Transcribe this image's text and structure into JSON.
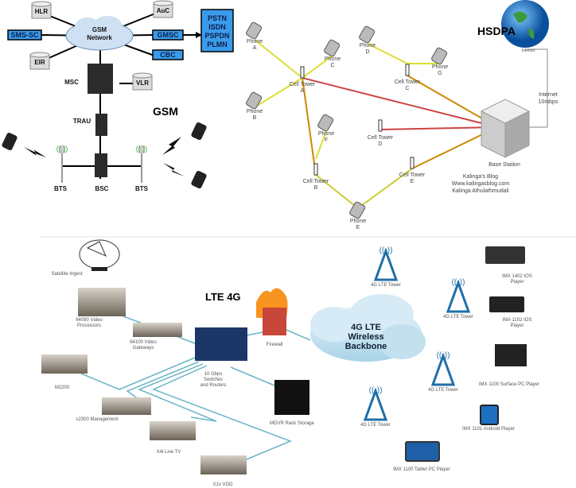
{
  "gsm": {
    "title": "GSM",
    "cloud": [
      "GSM",
      "Network"
    ],
    "hlr": "HLR",
    "eir": "EIR",
    "auc": "AuC",
    "vlr": "VLR",
    "sms_sc": "SMS-SC",
    "gmsc": "GMSC",
    "cbc": "CBC",
    "pstn": [
      "PSTN",
      "ISDN",
      "PSPDN",
      "PLMN"
    ],
    "msc": "MSC",
    "trau": "TRAU",
    "bsc": "BSC",
    "bts_left": "BTS",
    "bts_right": "BTS",
    "box_color": "#3a9bea"
  },
  "hsdpa": {
    "title": "HSDPA",
    "internet": "Internet",
    "internet_link": [
      "Internet",
      "10mbps"
    ],
    "base_station": "Base Station",
    "phones": [
      [
        "Phone",
        "A"
      ],
      [
        "Phone",
        "B"
      ],
      [
        "Phone",
        "C"
      ],
      [
        "Phone",
        "D"
      ],
      [
        "Phone",
        "E"
      ],
      [
        "Phone",
        "F"
      ],
      [
        "Phone",
        "G"
      ]
    ],
    "towers": [
      [
        "Cell Tower",
        "A"
      ],
      [
        "Cell Tower",
        "B"
      ],
      [
        "Cell Tower",
        "C"
      ],
      [
        "Cell Tower",
        "D"
      ],
      [
        "Cell Tower",
        "E"
      ]
    ],
    "credit": [
      "Kalinga's Blog",
      "Www.kalingasblog.com",
      "Kalinga Athulathmudali"
    ]
  },
  "lte": {
    "title": "LTE 4G",
    "satellite": "Satellite Ingest",
    "processors": [
      "64090 Video",
      "Processors"
    ],
    "gateways": [
      "64100 Video",
      "Gateways"
    ],
    "switches": [
      "10 Gbps",
      "Switches",
      "and Routers"
    ],
    "firewall": "Firewall",
    "m2200": "M2200",
    "mgmt": "c2300 Management",
    "livetv": "X4i Live TV",
    "vod": "X1v VOD",
    "storage": "MDVR Rack Storage",
    "cloud": [
      "4G LTE",
      "Wireless",
      "Backbone"
    ],
    "tower_label": "4G LTE Tower",
    "devices": [
      [
        "IMX 1402 IOS",
        "Player"
      ],
      [
        "IMA 1102 IOS",
        "Player"
      ],
      [
        "IMX 1100 Surface PC Player"
      ],
      [
        "IMX 1101 Android Player"
      ],
      [
        "IMX 1100 Tablet PC Player"
      ]
    ],
    "accent": "#1f6fa8"
  }
}
